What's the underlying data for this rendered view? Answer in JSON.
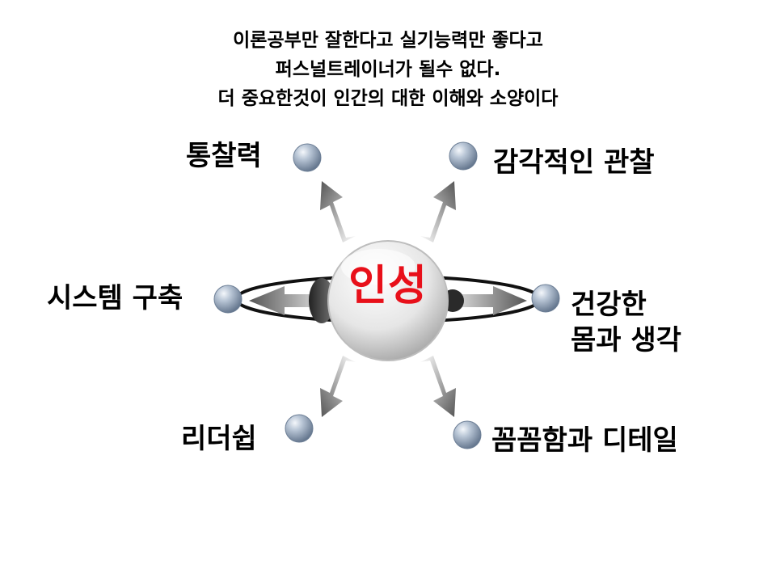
{
  "header": {
    "line1": "이론공부만 잘한다고 실기능력만 좋다고",
    "line2": "퍼스널트레이너가 될수 없다.",
    "line3": "더 중요한것이 인간의 대한 이해와 소양이다"
  },
  "center": {
    "label": "인성",
    "color": "#e8101a"
  },
  "nodes": {
    "top_left": "통찰력",
    "top_right": "감각적인 관찰",
    "left": "시스템 구축",
    "right_line1": "건강한",
    "right_line2": "몸과 생각",
    "bottom_left": "리더쉽",
    "bottom_right": "꼼꼼함과 디테일"
  },
  "colors": {
    "node": "#8a9cb2",
    "arrow": "#606060",
    "ring": "#111111"
  }
}
